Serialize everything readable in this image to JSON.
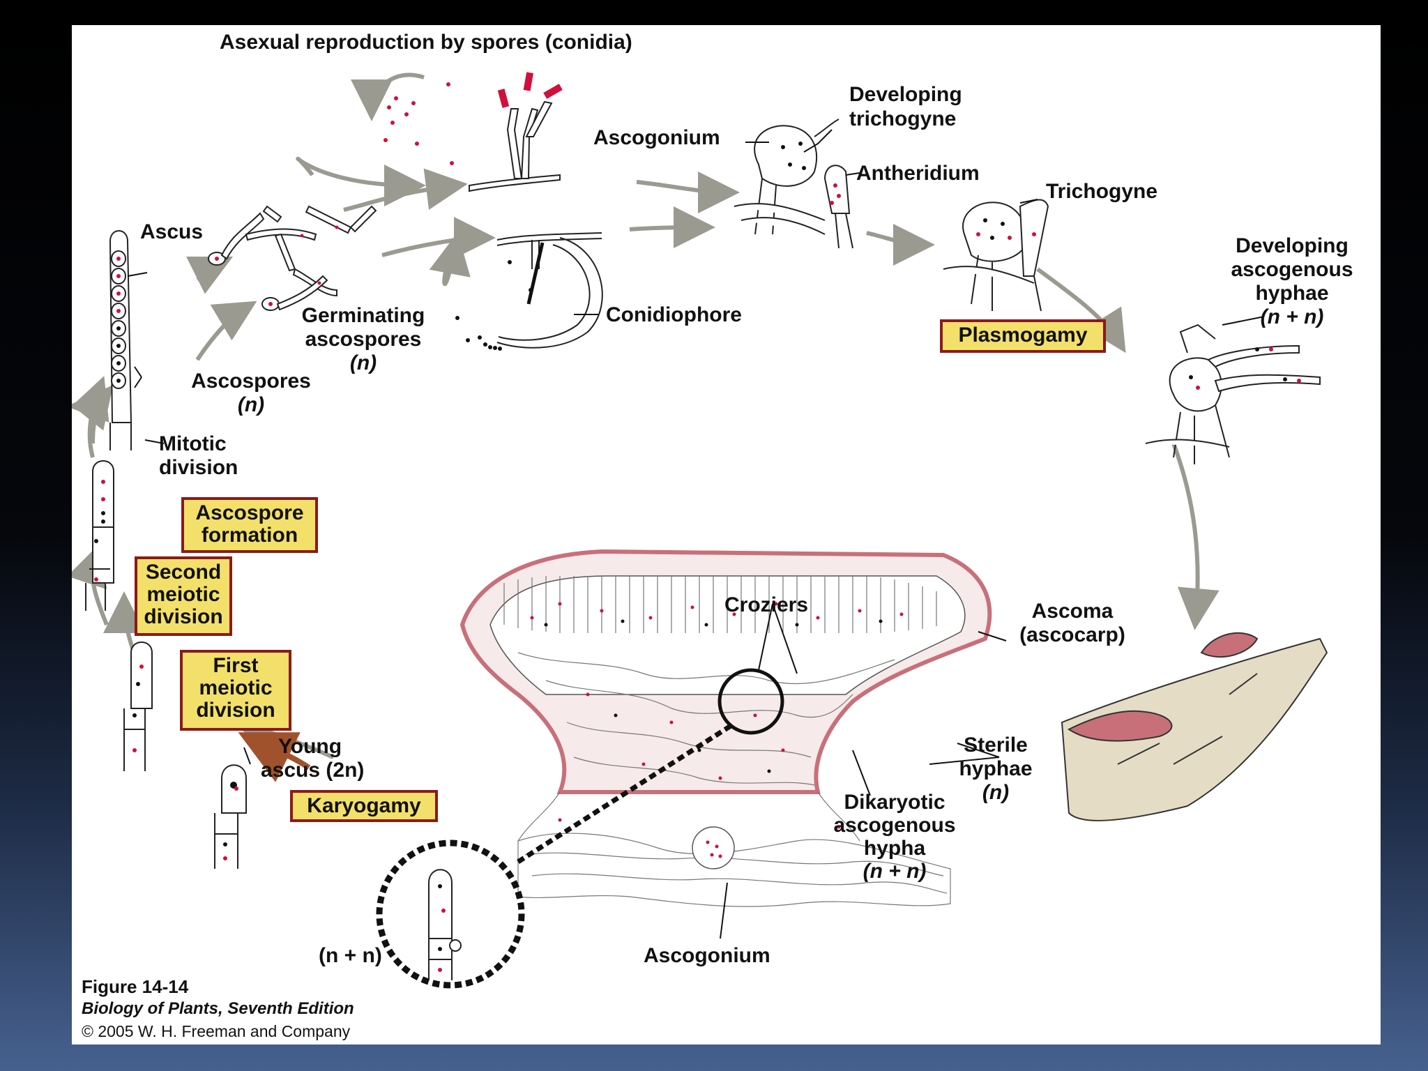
{
  "diagram": {
    "labels": {
      "asexual": "Asexual reproduction by spores (conidia)",
      "developing_trichogyne": "Developing\ntrichogyne",
      "ascogonium_top": "Ascogonium",
      "antheridium": "Antheridium",
      "trichogyne": "Trichogyne",
      "developing_ascogenous_1": "Developing",
      "developing_ascogenous_2": "ascogenous",
      "developing_ascogenous_3": "hyphae",
      "developing_ascogenous_4": "(n + n)",
      "ascus": "Ascus",
      "germinating_1": "Germinating",
      "germinating_2": "ascospores",
      "germinating_3": "(n)",
      "conidiophore": "Conidiophore",
      "ascospores_1": "Ascospores",
      "ascospores_2": "(n)",
      "mitotic_1": "Mitotic",
      "mitotic_2": "division",
      "croziers": "Croziers",
      "ascoma_1": "Ascoma",
      "ascoma_2": "(ascocarp)",
      "young_ascus_1": "Young",
      "young_ascus_2": "ascus (2n)",
      "sterile_1": "Sterile",
      "sterile_2": "hyphae",
      "sterile_3": "(n)",
      "dikaryotic_1": "Dikaryotic",
      "dikaryotic_2": "ascogenous",
      "dikaryotic_3": "hypha",
      "dikaryotic_4": "(n + n)",
      "n_plus_n": "(n + n)",
      "ascogonium_bottom": "Ascogonium"
    },
    "stages": {
      "plasmogamy": "Plasmogamy",
      "ascospore_formation": "Ascospore\nformation",
      "second_meiotic": "Second\nmeiotic\ndivision",
      "first_meiotic": "First\nmeiotic\ndivision",
      "karyogamy": "Karyogamy"
    },
    "colors": {
      "stage_fill": "#f3e06a",
      "stage_border": "#8b1a1a",
      "nucleus_red": "#d0103a",
      "ascoma_rim": "#c7707a",
      "arrow": "#9a9a90",
      "karyogamy_arrow": "#a0522d",
      "wood": "#e4dcc4"
    }
  },
  "caption": {
    "figure": "Figure 14-14",
    "book": "Biology of Plants, Seventh Edition",
    "copyright": "© 2005 W. H. Freeman and Company"
  }
}
